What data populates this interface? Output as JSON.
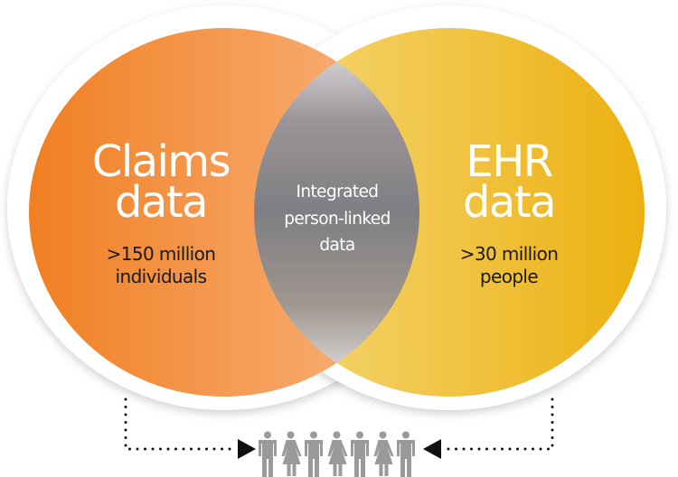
{
  "left_circle": {
    "title_line1": "Claims",
    "title_line2": "data",
    "sub_line1": ">150 million",
    "sub_line2": "individuals",
    "color_start": "#f07f22",
    "color_end": "#f8b27c"
  },
  "right_circle": {
    "title_line1": "EHR",
    "title_line2": "data",
    "sub_line1": ">30 million",
    "sub_line2": "people",
    "color_start": "#f3d26a",
    "color_end": "#edb315"
  },
  "intersection": {
    "line1": "Integrated",
    "line2": "person-linked",
    "line3": "data",
    "color": "#7d7d80"
  },
  "people": {
    "icon": "person-icon",
    "sequence": [
      "male",
      "female",
      "male",
      "female",
      "male",
      "female",
      "male"
    ],
    "color": "#9a9a9d"
  }
}
